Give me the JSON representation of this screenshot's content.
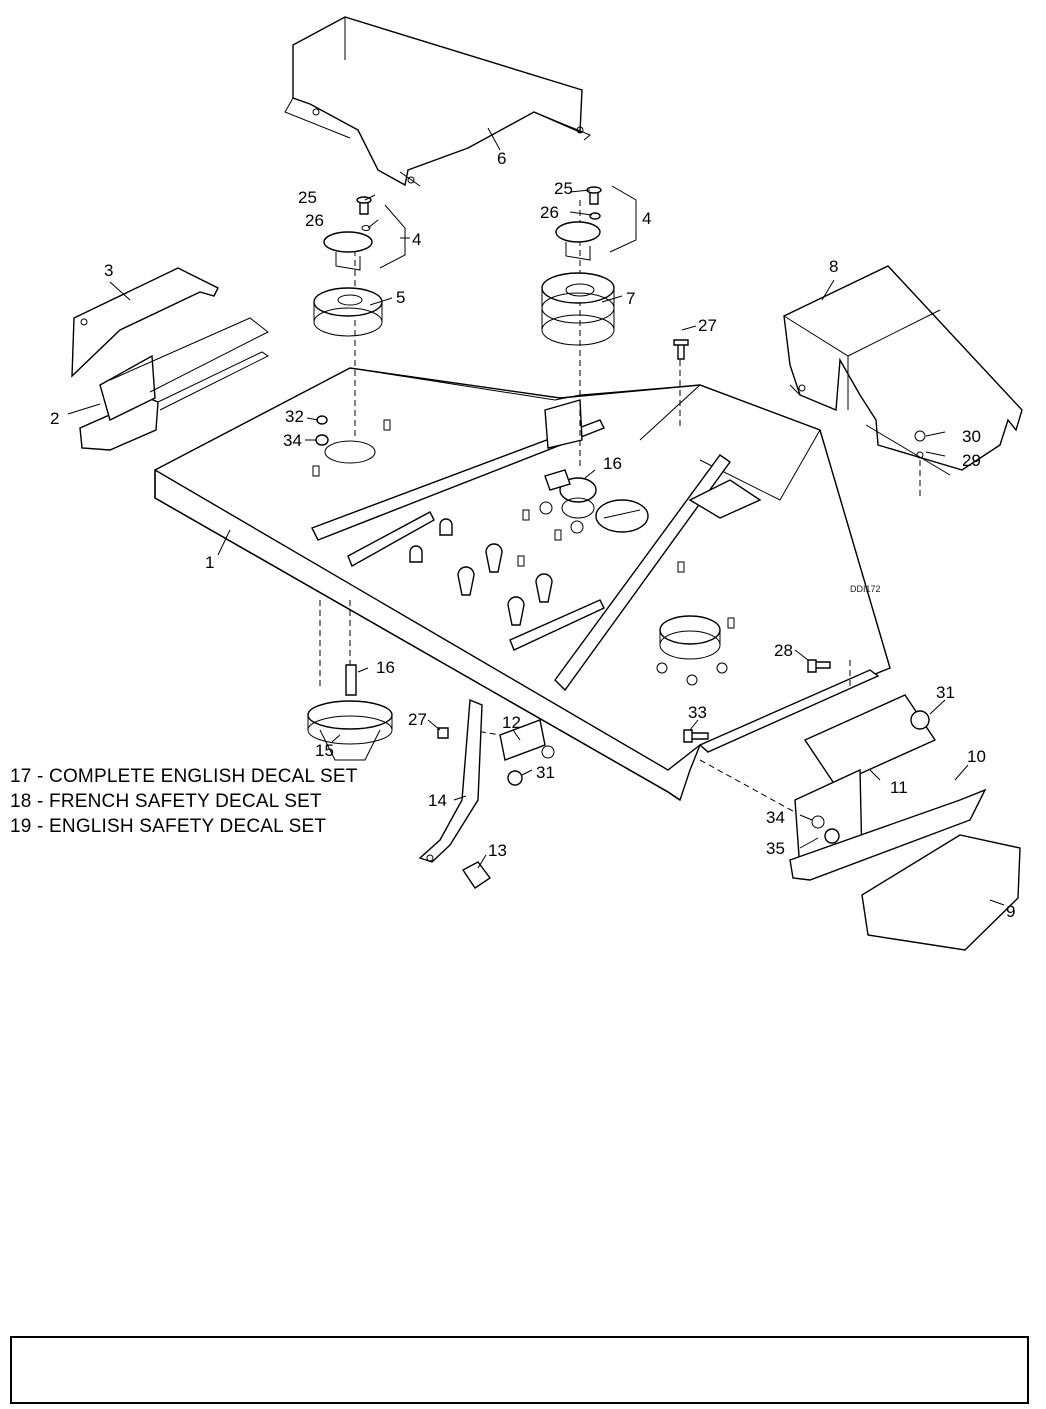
{
  "drawing_code": "DDI172",
  "callouts": [
    "1",
    "2",
    "3",
    "4",
    "4",
    "5",
    "6",
    "7",
    "8",
    "9",
    "10",
    "11",
    "12",
    "13",
    "14",
    "15",
    "16",
    "16",
    "25",
    "25",
    "26",
    "26",
    "27",
    "27",
    "28",
    "29",
    "30",
    "31",
    "31",
    "32",
    "33",
    "34",
    "34",
    "35"
  ],
  "legend": [
    "17 - COMPLETE ENGLISH DECAL SET",
    "18 - FRENCH SAFETY DECAL SET",
    "19 - ENGLISH SAFETY DECAL SET"
  ]
}
